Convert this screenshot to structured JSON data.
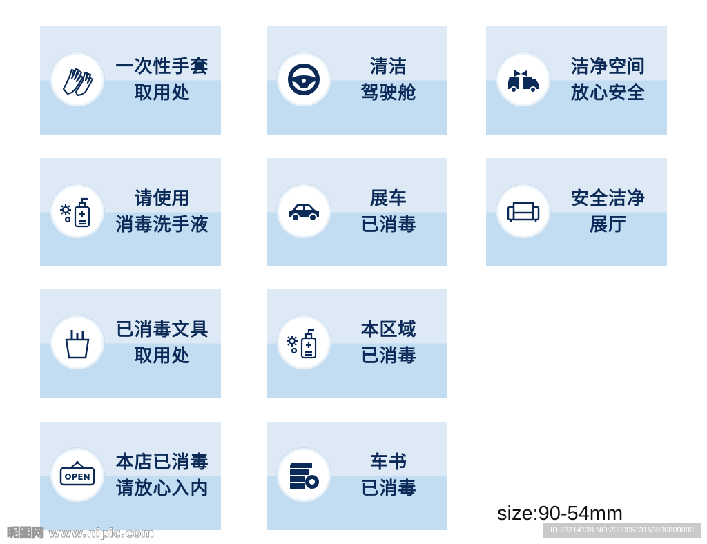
{
  "cards": [
    {
      "icon": "gloves-icon",
      "lines": [
        "一次性手套",
        "取用处"
      ]
    },
    {
      "icon": "steering-wheel-icon",
      "lines": [
        "清洁",
        "驾驶舱"
      ]
    },
    {
      "icon": "gift-car-icon",
      "lines": [
        "洁净空间",
        "放心安全"
      ]
    },
    {
      "icon": "sanitizer-icon",
      "lines": [
        "请使用",
        "消毒洗手液"
      ]
    },
    {
      "icon": "car-icon",
      "lines": [
        "展车",
        "已消毒"
      ]
    },
    {
      "icon": "sofa-icon",
      "lines": [
        "安全洁净",
        "展厅"
      ]
    },
    {
      "icon": "pen-holder-icon",
      "lines": [
        "已消毒文具",
        "取用处"
      ]
    },
    {
      "icon": "sanitizer-icon",
      "lines": [
        "本区域",
        "已消毒"
      ]
    },
    {
      "icon": "open-sign-icon",
      "lines": [
        "本店已消毒",
        "请放心入内"
      ],
      "sign_text": "OPEN"
    },
    {
      "icon": "book-gear-icon",
      "lines": [
        "车书",
        "已消毒"
      ]
    }
  ],
  "size_label": "size:90-54mm",
  "watermark": "昵图网 www.nipic.com",
  "id_text": "ID:23314138 NO:20200513150830809000",
  "colors": {
    "navy": "#0c2a57",
    "top": "#dde9f5",
    "bottom": "#c2ddf2"
  }
}
